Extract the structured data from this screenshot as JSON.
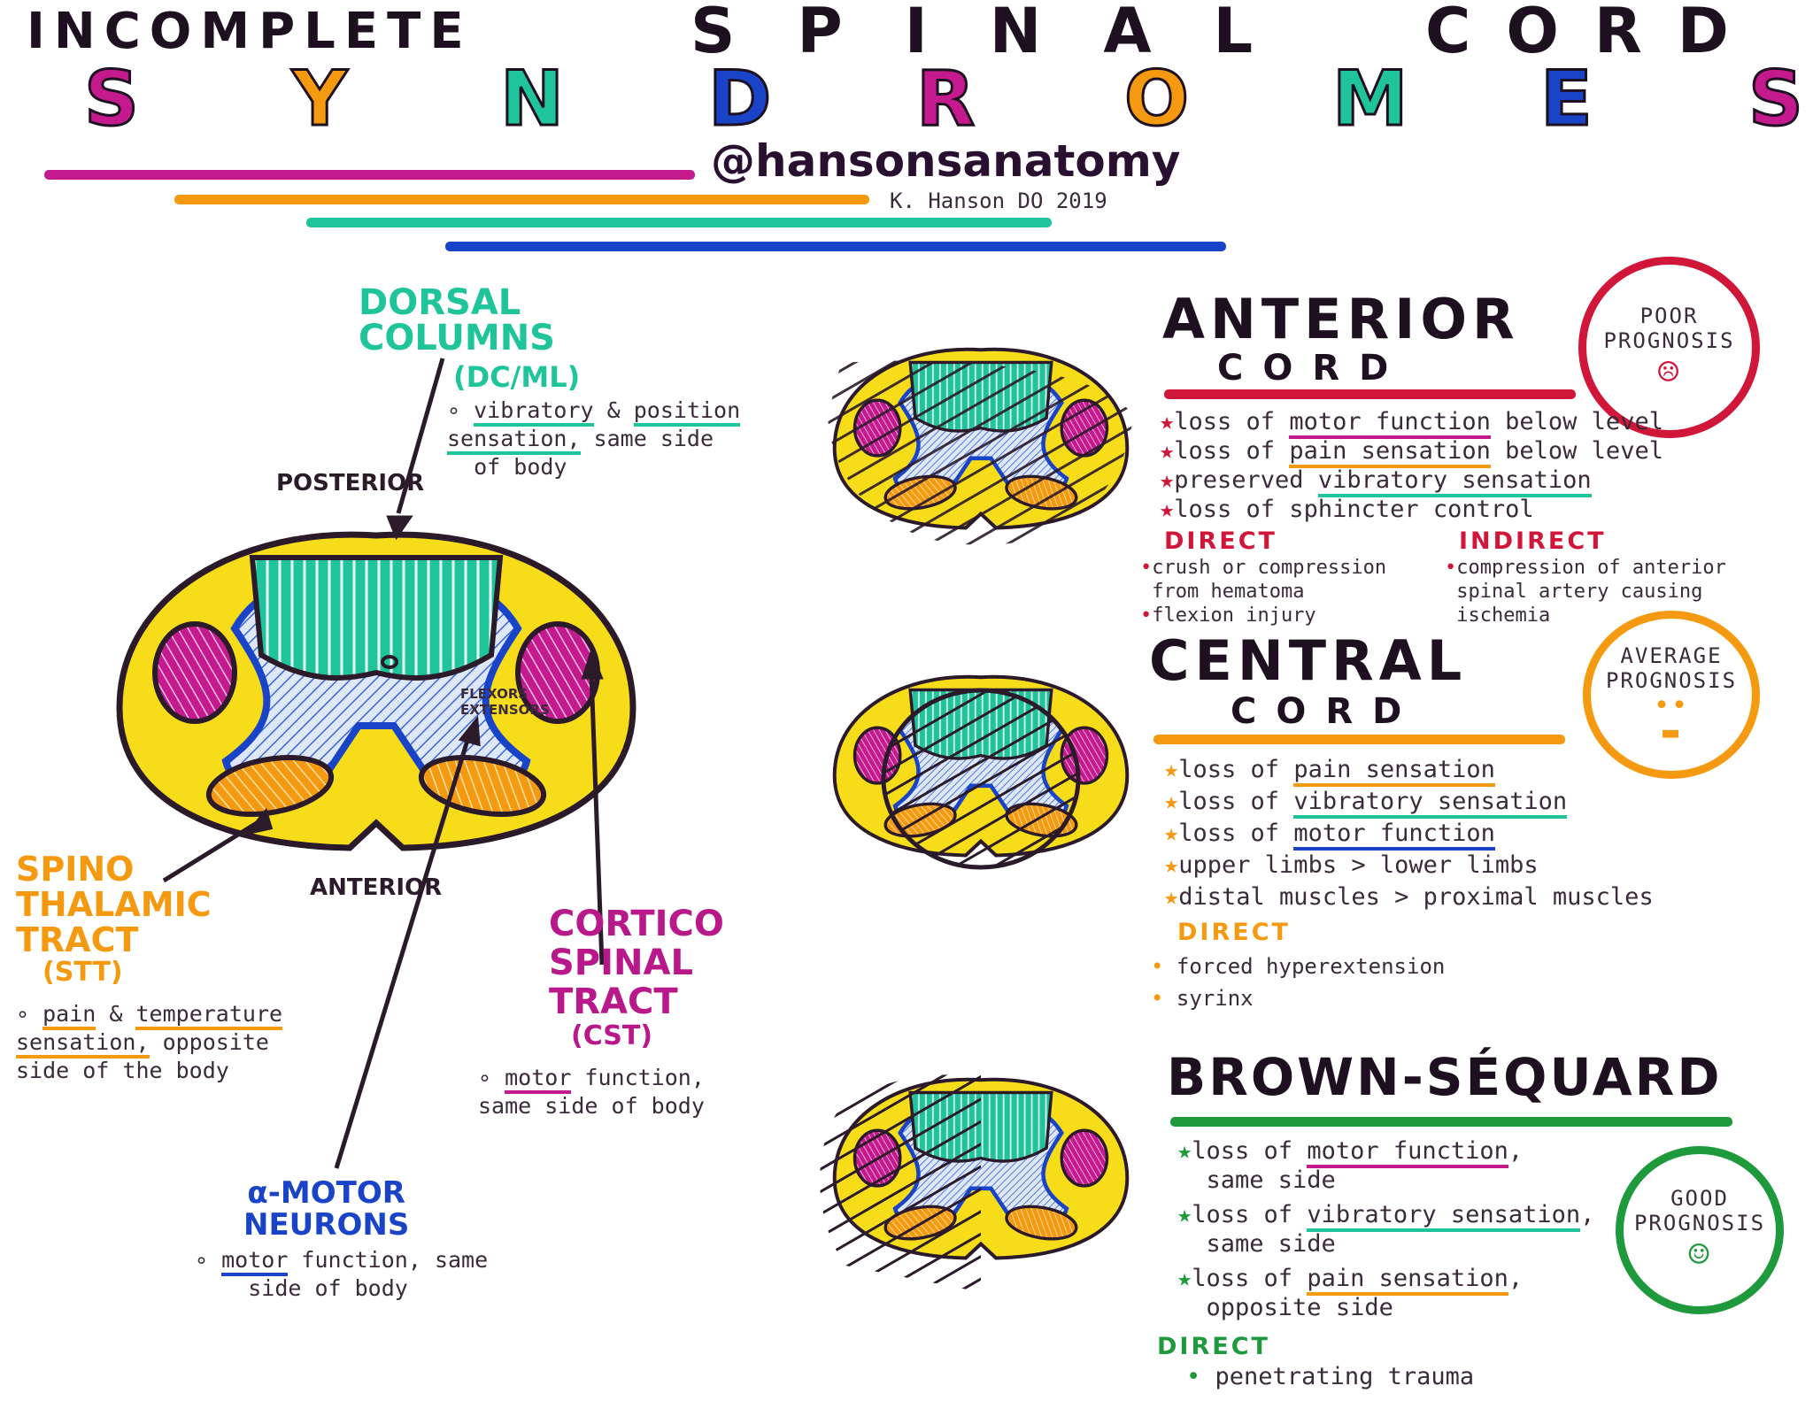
{
  "title": {
    "line1a": "INCOMPLETE",
    "line1b": "SPINAL",
    "line1c": "CORD",
    "letters": [
      "S",
      "Y",
      "N",
      "D",
      "R",
      "O",
      "M",
      "E",
      "S"
    ],
    "handle": "@hansonsanatomy",
    "author": "K. Hanson DO 2019"
  },
  "colors": {
    "magenta": "#c41a8e",
    "orange": "#f59a10",
    "teal": "#1fc49b",
    "blue": "#1a44c8",
    "yellow": "#f7dc1a",
    "red": "#d0173a",
    "green": "#1e9a3c",
    "dark": "#2a1a2a"
  },
  "diagram": {
    "posterior": "POSTERIOR",
    "anterior": "ANTERIOR",
    "flexors": "FLEXORS",
    "extensors": "EXTENSORS",
    "dorsal": {
      "l1": "DORSAL",
      "l2": "COLUMNS",
      "abbr": "(DC/ML)",
      "d1": "vibratory",
      "d1b": "& ",
      "d2": "position",
      "d3": "sensation,",
      "d4": " same side",
      "d5": "of body"
    },
    "stt": {
      "l1": "SPINO",
      "l2": "THALAMIC",
      "l3": "TRACT",
      "abbr": "(STT)",
      "d1": "pain",
      "d2": " & ",
      "d3": "temperature",
      "d4": "sensation,",
      "d5": " opposite",
      "d6": "side of the body"
    },
    "cst": {
      "l1": "CORTICO",
      "l2": "SPINAL",
      "l3": "TRACT",
      "abbr": "(CST)",
      "d1": "motor",
      "d2": " function,",
      "d3": "same side of body"
    },
    "amn": {
      "l1": "α-MOTOR",
      "l2": "NEURONS",
      "d1": "motor",
      "d2": " function, same",
      "d3": "side of body"
    }
  },
  "anterior": {
    "title": "ANTERIOR",
    "sub": "CORD",
    "prognosis": [
      "POOR",
      "PROGNOSIS"
    ],
    "face": "sad",
    "items": [
      [
        "loss of ",
        "motor function",
        " below level"
      ],
      [
        "loss of ",
        "pain sensation",
        " below level"
      ],
      [
        "preserved ",
        "vibratory sensation",
        ""
      ],
      [
        "loss of sphincter control",
        "",
        ""
      ]
    ],
    "direct_label": "DIRECT",
    "direct": [
      "crush or compression",
      "from hematoma",
      "flexion injury"
    ],
    "indirect_label": "INDIRECT",
    "indirect": [
      "compression of anterior",
      "spinal artery causing",
      "ischemia"
    ]
  },
  "central": {
    "title": "CENTRAL",
    "sub": "CORD",
    "prognosis": [
      "AVERAGE",
      "PROGNOSIS"
    ],
    "face": "neutral",
    "items": [
      [
        "loss of ",
        "pain sensation"
      ],
      [
        "loss of ",
        "vibratory sensation"
      ],
      [
        "loss of ",
        "motor function"
      ],
      [
        "upper limbs > lower limbs",
        ""
      ],
      [
        "distal muscles > proximal muscles",
        ""
      ]
    ],
    "direct_label": "DIRECT",
    "direct": [
      "forced hyperextension",
      "syrinx"
    ]
  },
  "brown": {
    "title": "BROWN-SÉQUARD",
    "prognosis": [
      "GOOD",
      "PROGNOSIS"
    ],
    "face": "happy",
    "items": [
      [
        "loss of ",
        "motor function",
        ",",
        "same side"
      ],
      [
        "loss of ",
        "vibratory sensation",
        ",",
        "same side"
      ],
      [
        "loss of ",
        "pain sensation",
        ",",
        "opposite side"
      ]
    ],
    "direct_label": "DIRECT",
    "direct": [
      "penetrating trauma"
    ]
  }
}
